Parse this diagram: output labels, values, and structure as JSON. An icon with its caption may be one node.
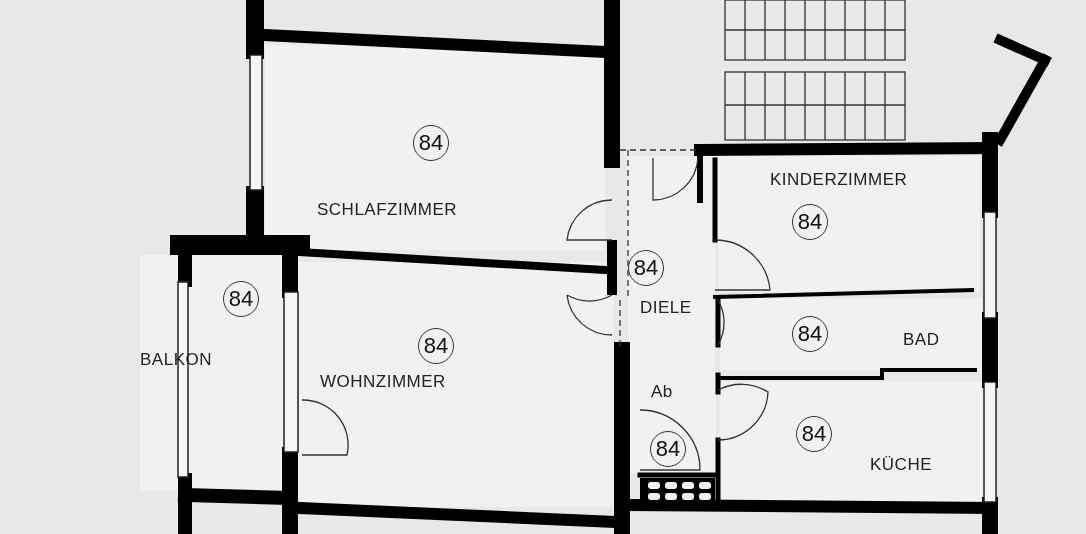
{
  "diagram": {
    "nodes": [
      {
        "text": [
          "84",
          "SCHLAFZIMMER"
        ]
      },
      {
        "text": [
          "KINDERZIMMER",
          "84"
        ]
      },
      {
        "text": [
          "84",
          "DIELE"
        ]
      },
      {
        "text": [
          "84",
          "BALKON"
        ]
      },
      {
        "text": [
          "84",
          "WOHNZIMMER"
        ]
      },
      {
        "text": [
          "84",
          "BAD"
        ]
      },
      {
        "text": [
          "Ab",
          "84"
        ]
      },
      {
        "text": [
          "84",
          "KÜCHE"
        ]
      }
    ]
  }
}
